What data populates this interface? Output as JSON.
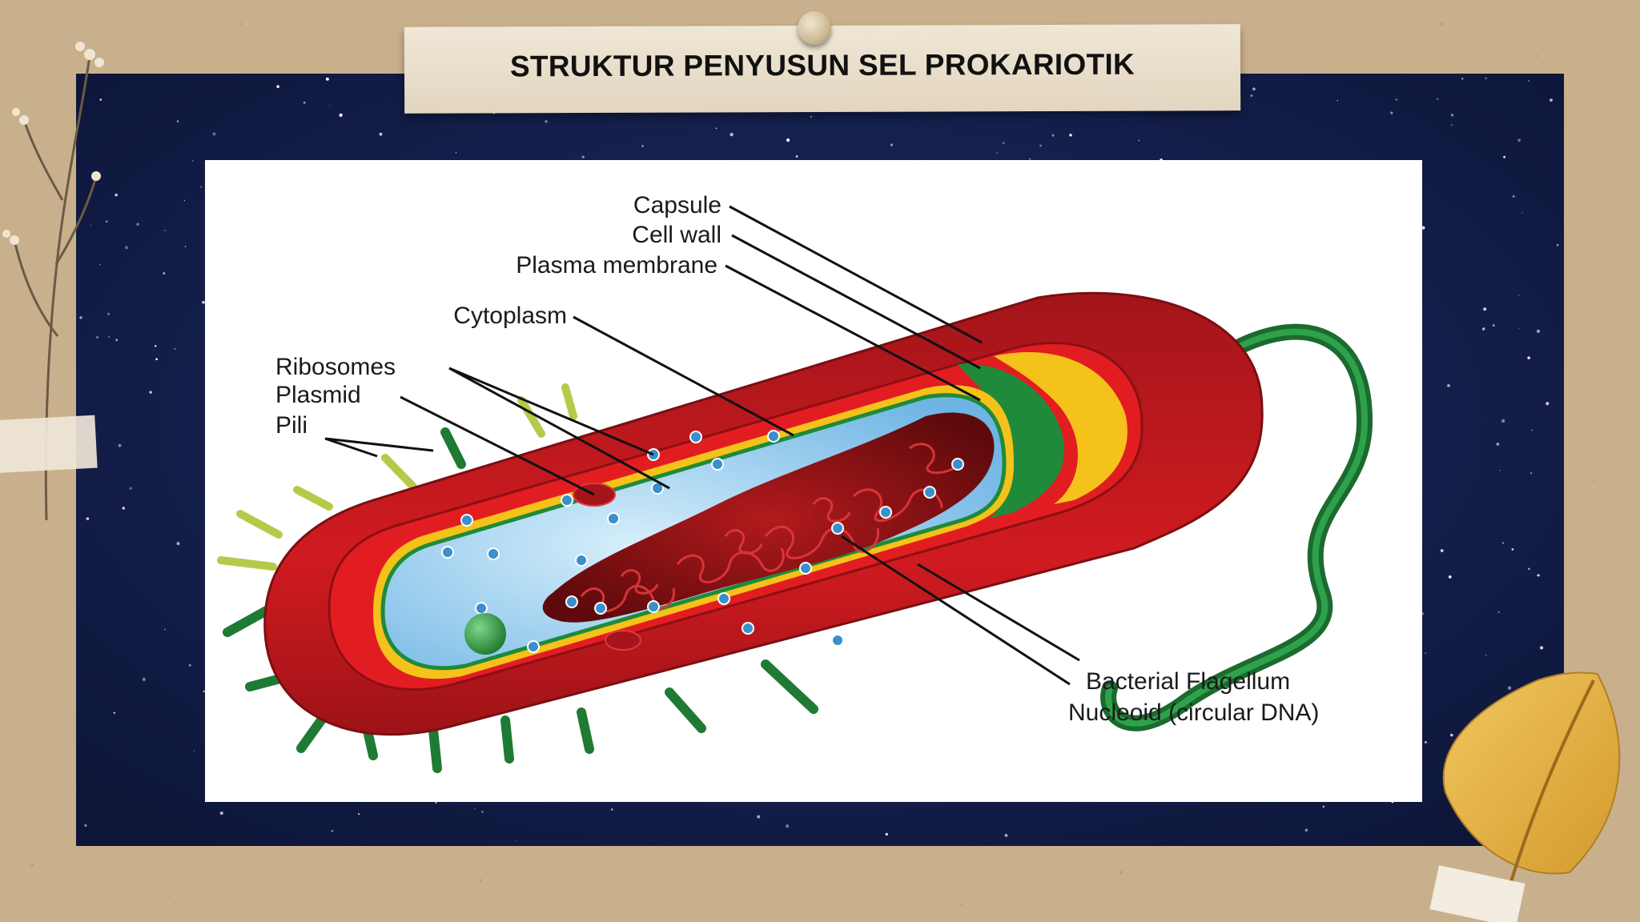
{
  "title": "STRUKTUR PENYUSUN SEL PROKARIOTIK",
  "labels": {
    "capsule": "Capsule",
    "cell_wall": "Cell wall",
    "plasma_membrane": "Plasma membrane",
    "cytoplasm": "Cytoplasm",
    "ribosomes": "Ribosomes",
    "plasmid": "Plasmid",
    "pili": "Pili",
    "flagellum": "Bacterial Flagellum",
    "nucleoid": "Nucleoid (circular DNA)"
  },
  "colors": {
    "background_paper": "#c9b08d",
    "night_sky": "#121c48",
    "capsule_red": "#c8161c",
    "cell_wall_yellow": "#f4c21a",
    "membrane_green": "#1f8a3a",
    "cytoplasm_blue": "#a9d7f2",
    "nucleoid_red": "#8a0f10"
  }
}
